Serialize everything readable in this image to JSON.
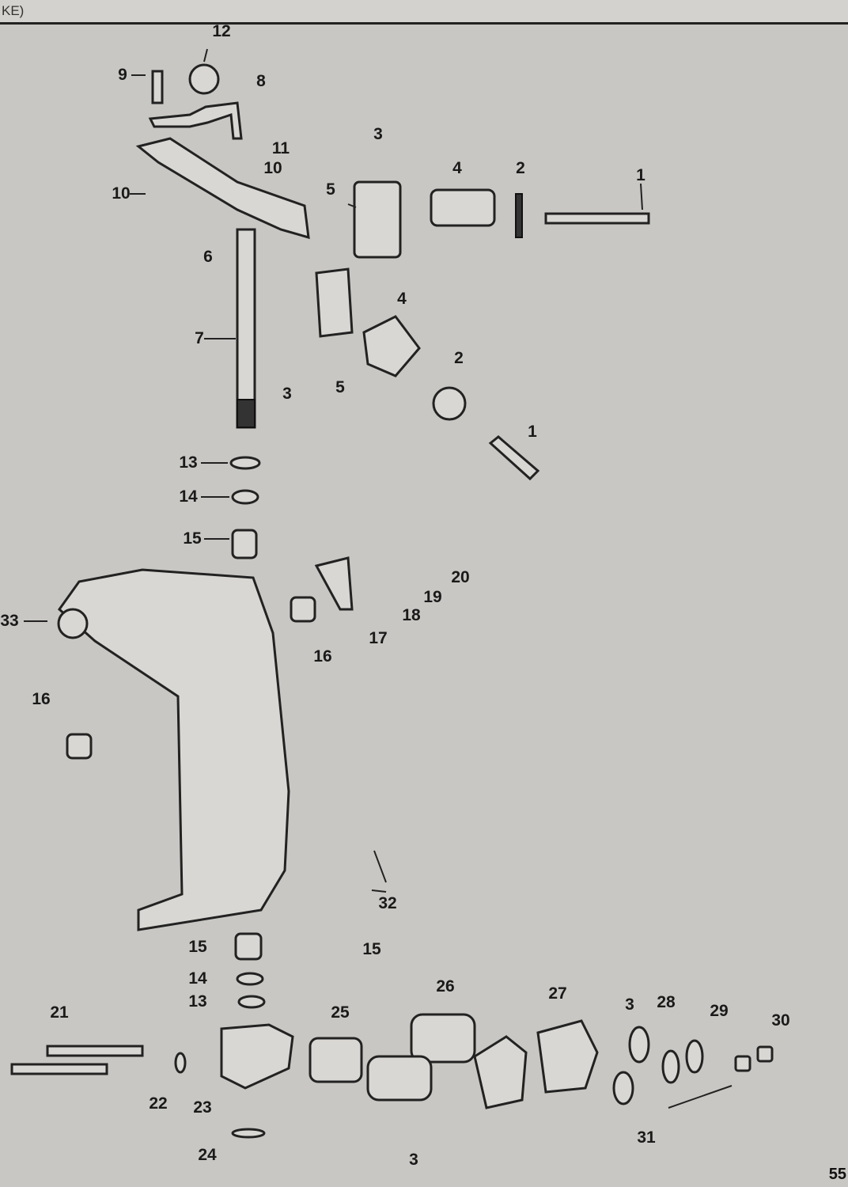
{
  "header": {
    "text": "KE)"
  },
  "page_number": "55",
  "labels": [
    "12",
    "9",
    "8",
    "11",
    "10",
    "10",
    "3",
    "5",
    "4",
    "2",
    "1",
    "6",
    "7",
    "4",
    "2",
    "3",
    "5",
    "1",
    "13",
    "14",
    "15",
    "20",
    "19",
    "18",
    "17",
    "16",
    "33",
    "16",
    "32",
    "15",
    "15",
    "14",
    "13",
    "26",
    "27",
    "3",
    "28",
    "29",
    "30",
    "21",
    "25",
    "22",
    "23",
    "24",
    "31",
    "3"
  ]
}
